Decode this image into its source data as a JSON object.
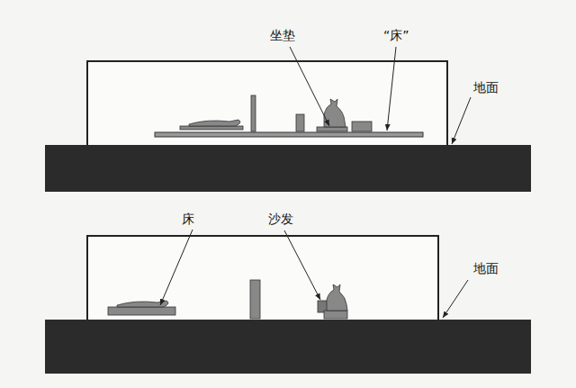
{
  "diagram": {
    "labels": [
      "坐垫",
      "“床”",
      "地面",
      "床",
      "沙发",
      "地面"
    ]
  }
}
